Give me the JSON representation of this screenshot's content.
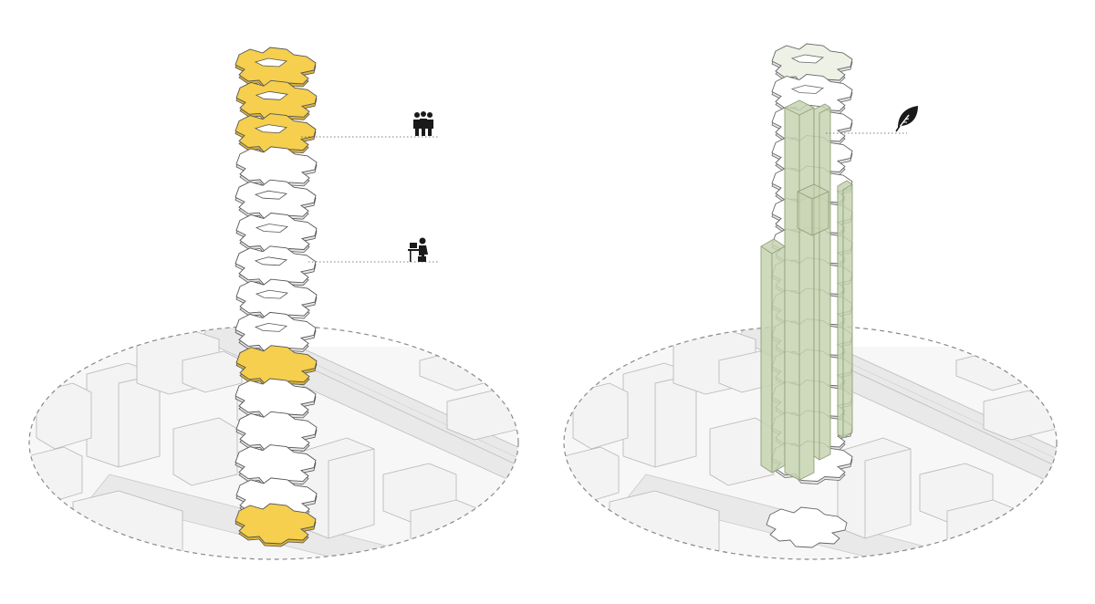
{
  "colors": {
    "background": "#ffffff",
    "public_floor_fill": "#f5cf4d",
    "standard_floor_fill": "#ffffff",
    "garden_fill": "#c7d3b1",
    "garden_stroke": "#8f9f78",
    "context_block_fill": "#f3f3f3",
    "context_stroke": "#b9b9b9",
    "street_fill": "#e9e9e9",
    "site_boundary": "#8a8a8a",
    "leader_line": "#555555",
    "icon_fill": "#1a1a1a"
  },
  "diagrams": [
    {
      "id": "program",
      "floor_stack": [
        {
          "kind": "public"
        },
        {
          "kind": "public"
        },
        {
          "kind": "public"
        },
        {
          "kind": "standard"
        },
        {
          "kind": "standard"
        },
        {
          "kind": "standard"
        },
        {
          "kind": "standard"
        },
        {
          "kind": "standard"
        },
        {
          "kind": "standard"
        },
        {
          "kind": "public"
        },
        {
          "kind": "standard"
        },
        {
          "kind": "standard"
        },
        {
          "kind": "standard"
        },
        {
          "kind": "standard"
        },
        {
          "kind": "public"
        }
      ],
      "callouts": [
        {
          "icon": "community-group-icon"
        },
        {
          "icon": "person-at-desk-icon"
        }
      ]
    },
    {
      "id": "vertical-garden",
      "floor_stack_count": 14,
      "callouts": [
        {
          "icon": "leaf-icon"
        }
      ]
    }
  ]
}
